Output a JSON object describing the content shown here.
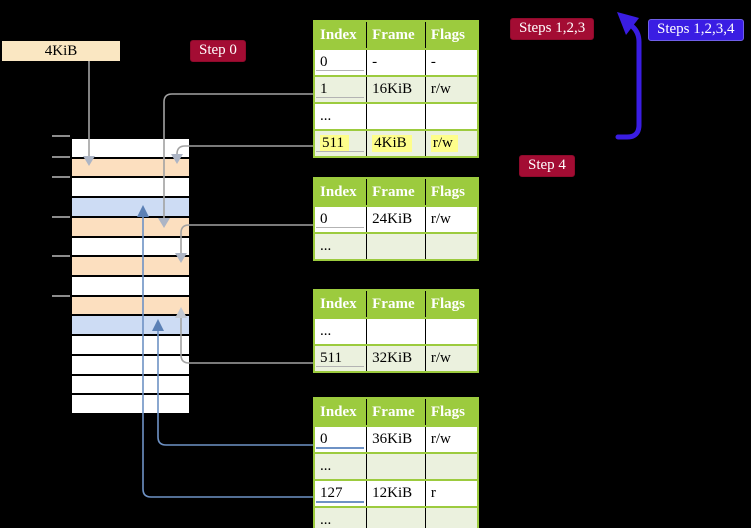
{
  "colors": {
    "background": "#000000",
    "table_header_green": "#9CCB3E",
    "table_row_alt_green": "#EBF1DE",
    "memory_peach": "#FCDFBF",
    "memory_light_blue": "#CDDCF4",
    "highlight_yellow": "#FEFE8B",
    "label_dark_red": "#A30C33",
    "label_blue": "#3A1DE3",
    "connector_gray": "#A2A2A2",
    "connector_blue": "#6E92C5",
    "legend_box_bg": "#FAE7C2"
  },
  "legend_box": {
    "label": "4KiB"
  },
  "step_labels": {
    "step0": "Step 0",
    "steps123": "Steps 1,2,3",
    "steps1234": "Steps 1,2,3,4",
    "step4": "Step 4"
  },
  "table_headers": [
    "Index",
    "Frame",
    "Flags"
  ],
  "tables": [
    {
      "rows": [
        {
          "index": "0",
          "frame": "-",
          "flags": "-"
        },
        {
          "index": "1",
          "frame": "16KiB",
          "flags": "r/w"
        },
        {
          "index": "...",
          "frame": "",
          "flags": ""
        },
        {
          "index": "511",
          "frame": "4KiB",
          "flags": "r/w"
        }
      ]
    },
    {
      "rows": [
        {
          "index": "0",
          "frame": "24KiB",
          "flags": "r/w"
        },
        {
          "index": "...",
          "frame": "",
          "flags": ""
        }
      ]
    },
    {
      "rows": [
        {
          "index": "...",
          "frame": "",
          "flags": ""
        },
        {
          "index": "511",
          "frame": "32KiB",
          "flags": "r/w"
        }
      ]
    },
    {
      "rows": [
        {
          "index": "0",
          "frame": "36KiB",
          "flags": "r/w"
        },
        {
          "index": "...",
          "frame": "",
          "flags": ""
        },
        {
          "index": "127",
          "frame": "12KiB",
          "flags": "r"
        },
        {
          "index": "...",
          "frame": "",
          "flags": ""
        }
      ]
    }
  ],
  "memory": {
    "rows": [
      "white",
      "peach",
      "white",
      "blue",
      "peach",
      "white",
      "peach",
      "white",
      "peach",
      "blue",
      "white",
      "white",
      "white",
      "white"
    ]
  },
  "connections": [
    {
      "from": "legend-4KiB-box",
      "to": "memory-row-2",
      "color": "gray"
    },
    {
      "from": "table1-index-1",
      "to": "memory-row-5",
      "color": "gray"
    },
    {
      "from": "table1-index-511",
      "to": "memory-row-2",
      "color": "gray"
    },
    {
      "from": "table2-index-0",
      "to": "memory-row-7",
      "color": "gray"
    },
    {
      "from": "table3-index-511",
      "to": "memory-row-9",
      "color": "gray"
    },
    {
      "from": "table4-index-0",
      "to": "memory-row-10",
      "color": "blue"
    },
    {
      "from": "table4-index-127",
      "to": "memory-row-4",
      "color": "blue"
    },
    {
      "from": "bottom-loop",
      "to": "table1-top",
      "color": "thick-blue"
    }
  ]
}
